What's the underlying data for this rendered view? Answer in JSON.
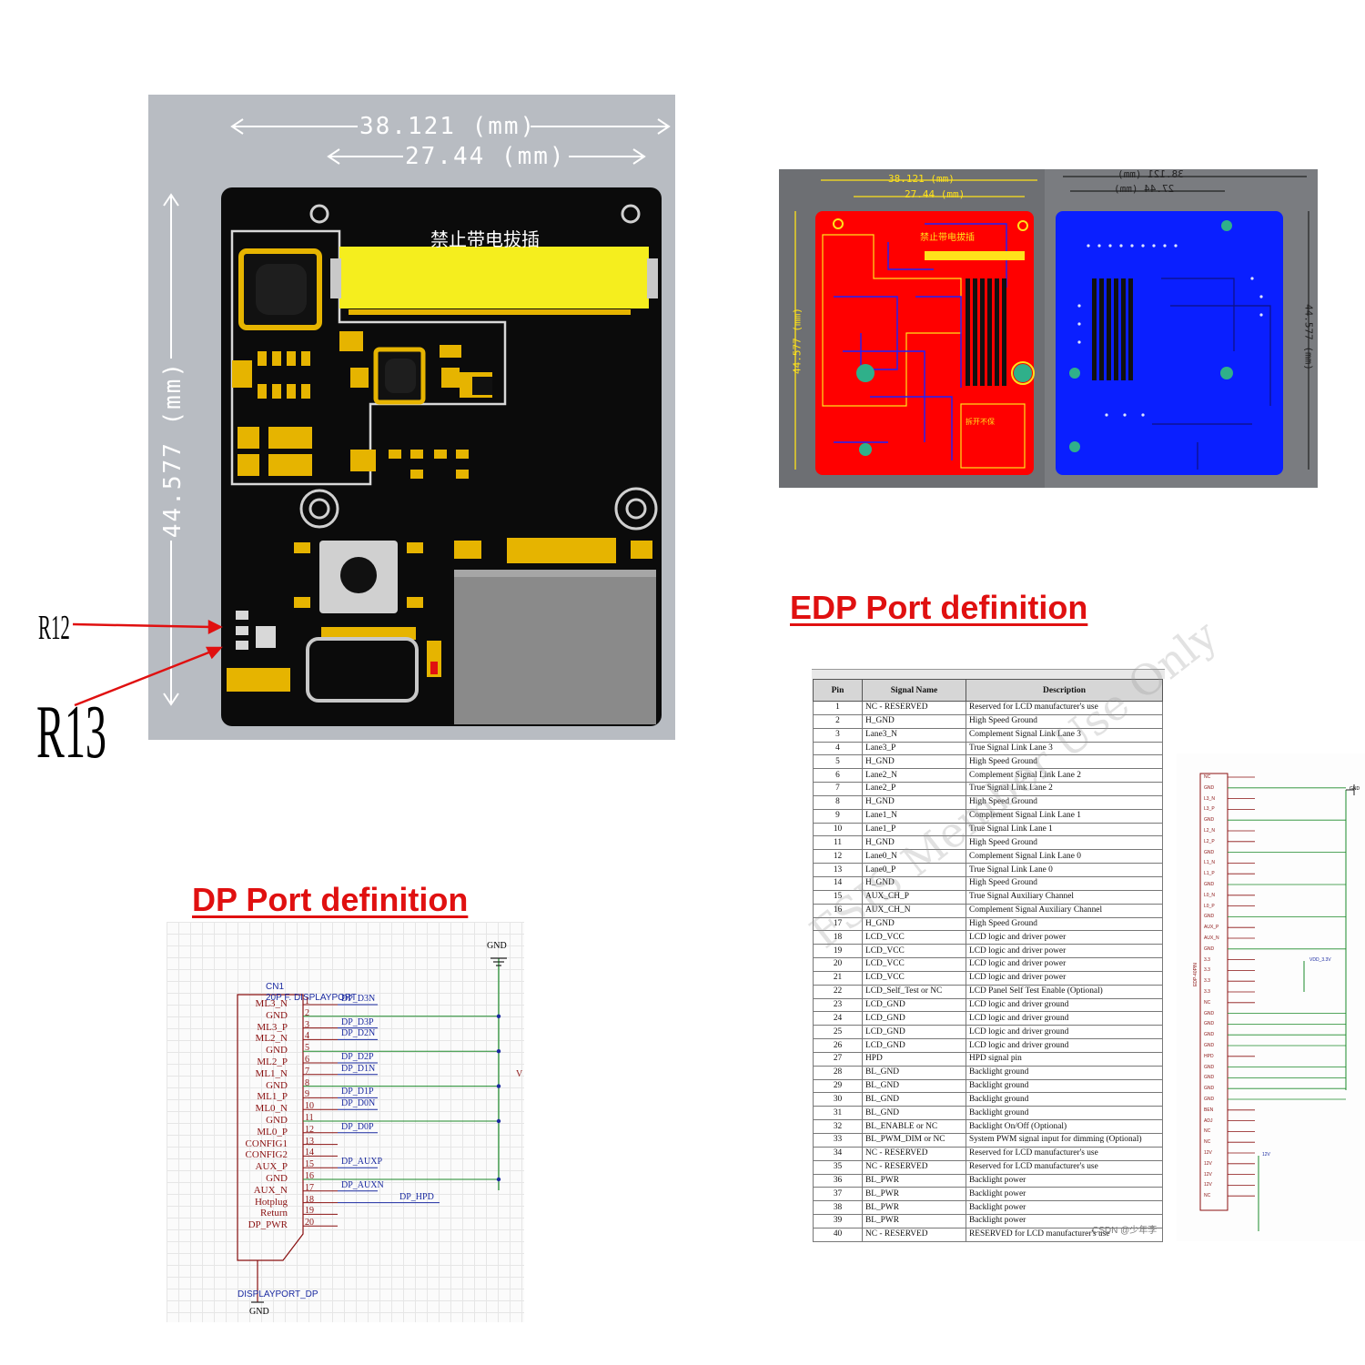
{
  "pcb_3d": {
    "dim_width": "38.121 (mm)",
    "dim_inner": "27.44 (mm)",
    "dim_height": "44.577 (mm)",
    "silk_text": "禁止带电拔插",
    "callouts": [
      "R12",
      "R13"
    ],
    "colors": {
      "board": "#0b0b0b",
      "pad": "#e6b400",
      "connector": "#f5ee1e",
      "arrow": "#e01010"
    }
  },
  "pcb_layout": {
    "top_dim_width": "38.121 (mm)",
    "top_dim_inner": "27.44 (mm)",
    "top_dim_height": "44.577 (mm)",
    "bottom_dim_width": "38.121 (mm)",
    "bottom_dim_inner": "27.44 (mm)",
    "bottom_dim_height": "44.577 (mm)",
    "silk_text": "禁止带电拔插",
    "silk_text_2": "拆开不保",
    "colors": {
      "top_layer": "#ff0000",
      "bottom_layer": "#0a1fff"
    }
  },
  "edp": {
    "title": "EDP Port definition",
    "headers": [
      "Pin",
      "Signal Name",
      "Description"
    ],
    "rows": [
      [
        "1",
        "NC - RESERVED",
        "Reserved for LCD manufacturer's use"
      ],
      [
        "2",
        "H_GND",
        "High Speed Ground"
      ],
      [
        "3",
        "Lane3_N",
        "Complement Signal Link Lane 3"
      ],
      [
        "4",
        "Lane3_P",
        "True Signal Link Lane 3"
      ],
      [
        "5",
        "H_GND",
        "High Speed Ground"
      ],
      [
        "6",
        "Lane2_N",
        "Complement Signal Link Lane 2"
      ],
      [
        "7",
        "Lane2_P",
        "True Signal Link Lane 2"
      ],
      [
        "8",
        "H_GND",
        "High Speed Ground"
      ],
      [
        "9",
        "Lane1_N",
        "Complement Signal Link Lane 1"
      ],
      [
        "10",
        "Lane1_P",
        "True Signal Link Lane 1"
      ],
      [
        "11",
        "H_GND",
        "High Speed Ground"
      ],
      [
        "12",
        "Lane0_N",
        "Complement Signal Link Lane 0"
      ],
      [
        "13",
        "Lane0_P",
        "True Signal Link Lane 0"
      ],
      [
        "14",
        "H_GND",
        "High Speed Ground"
      ],
      [
        "15",
        "AUX_CH_P",
        "True Signal Auxiliary Channel"
      ],
      [
        "16",
        "AUX_CH_N",
        "Complement Signal Auxiliary Channel"
      ],
      [
        "17",
        "H_GND",
        "High Speed Ground"
      ],
      [
        "18",
        "LCD_VCC",
        "LCD logic and driver power"
      ],
      [
        "19",
        "LCD_VCC",
        "LCD logic and driver power"
      ],
      [
        "20",
        "LCD_VCC",
        "LCD logic and driver power"
      ],
      [
        "21",
        "LCD_VCC",
        "LCD logic and driver power"
      ],
      [
        "22",
        "LCD_Self_Test or NC",
        "LCD Panel Self Test Enable (Optional)"
      ],
      [
        "23",
        "LCD_GND",
        "LCD logic and driver ground"
      ],
      [
        "24",
        "LCD_GND",
        "LCD logic and driver ground"
      ],
      [
        "25",
        "LCD_GND",
        "LCD logic and driver ground"
      ],
      [
        "26",
        "LCD_GND",
        "LCD logic and driver ground"
      ],
      [
        "27",
        "HPD",
        "HPD signal pin"
      ],
      [
        "28",
        "BL_GND",
        "Backlight ground"
      ],
      [
        "29",
        "BL_GND",
        "Backlight ground"
      ],
      [
        "30",
        "BL_GND",
        "Backlight ground"
      ],
      [
        "31",
        "BL_GND",
        "Backlight ground"
      ],
      [
        "32",
        "BL_ENABLE or NC",
        "Backlight On/Off (Optional)"
      ],
      [
        "33",
        "BL_PWM_DIM or NC",
        "System PWM signal input for dimming (Optional)"
      ],
      [
        "34",
        "NC - RESERVED",
        "Reserved for LCD manufacturer's use"
      ],
      [
        "35",
        "NC - RESERVED",
        "Reserved for LCD manufacturer's use"
      ],
      [
        "36",
        "BL_PWR",
        "Backlight power"
      ],
      [
        "37",
        "BL_PWR",
        "Backlight power"
      ],
      [
        "38",
        "BL_PWR",
        "Backlight power"
      ],
      [
        "39",
        "BL_PWR",
        "Backlight power"
      ],
      [
        "40",
        "NC - RESERVED",
        "RESERVED for LCD manufacturer's use"
      ]
    ],
    "watermark": "FSIS Member Use Only",
    "credit": "CSDN @少年李"
  },
  "edp_schematic": {
    "pins": [
      "NC",
      "GND",
      "L3_N",
      "L3_P",
      "GND",
      "L2_N",
      "L2_P",
      "GND",
      "L1_N",
      "L1_P",
      "GND",
      "L0_N",
      "L0_P",
      "GND",
      "AUX_P",
      "AUX_N",
      "GND",
      "3.3",
      "3.3",
      "3.3",
      "3.3",
      "NC",
      "GND",
      "GND",
      "GND",
      "GND",
      "HPD",
      "GND",
      "GND",
      "GND",
      "GND",
      "BEN",
      "ADJ",
      "NC",
      "NC",
      "12V",
      "12V",
      "12V",
      "12V",
      "NC"
    ],
    "gnd_label": "GND",
    "vdd_label": "VDD_3.3V",
    "v12_label": "12V",
    "ref_text": "EDP-40PIN"
  },
  "dp": {
    "title": "DP Port definition",
    "ref": "CN1",
    "part": "20P F. DISPLAYPORT",
    "bottom_label": "DISPLAYPORT_DP",
    "gnd_top": "GND",
    "gnd_bottom": "GND",
    "pin_names": [
      "ML3_N",
      "GND",
      "ML3_P",
      "ML2_N",
      "GND",
      "ML2_P",
      "ML1_N",
      "GND",
      "ML1_P",
      "ML0_N",
      "GND",
      "ML0_P",
      "CONFIG1",
      "CONFIG2",
      "AUX_P",
      "GND",
      "AUX_N",
      "Hotplug",
      "Return",
      "DP_PWR"
    ],
    "pin_numbers": [
      "1",
      "2",
      "3",
      "4",
      "5",
      "6",
      "7",
      "8",
      "9",
      "10",
      "11",
      "12",
      "13",
      "14",
      "15",
      "16",
      "17",
      "18",
      "19",
      "20"
    ],
    "nets": [
      {
        "pin": 1,
        "name": "DP_D3N"
      },
      {
        "pin": 3,
        "name": "DP_D3P"
      },
      {
        "pin": 4,
        "name": "DP_D2N"
      },
      {
        "pin": 6,
        "name": "DP_D2P"
      },
      {
        "pin": 7,
        "name": "DP_D1N"
      },
      {
        "pin": 9,
        "name": "DP_D1P"
      },
      {
        "pin": 10,
        "name": "DP_D0N"
      },
      {
        "pin": 12,
        "name": "DP_D0P"
      },
      {
        "pin": 15,
        "name": "DP_AUXP"
      },
      {
        "pin": 17,
        "name": "DP_AUXN"
      },
      {
        "pin": 18,
        "name": "DP_HPD"
      }
    ],
    "side_mark": "V"
  }
}
